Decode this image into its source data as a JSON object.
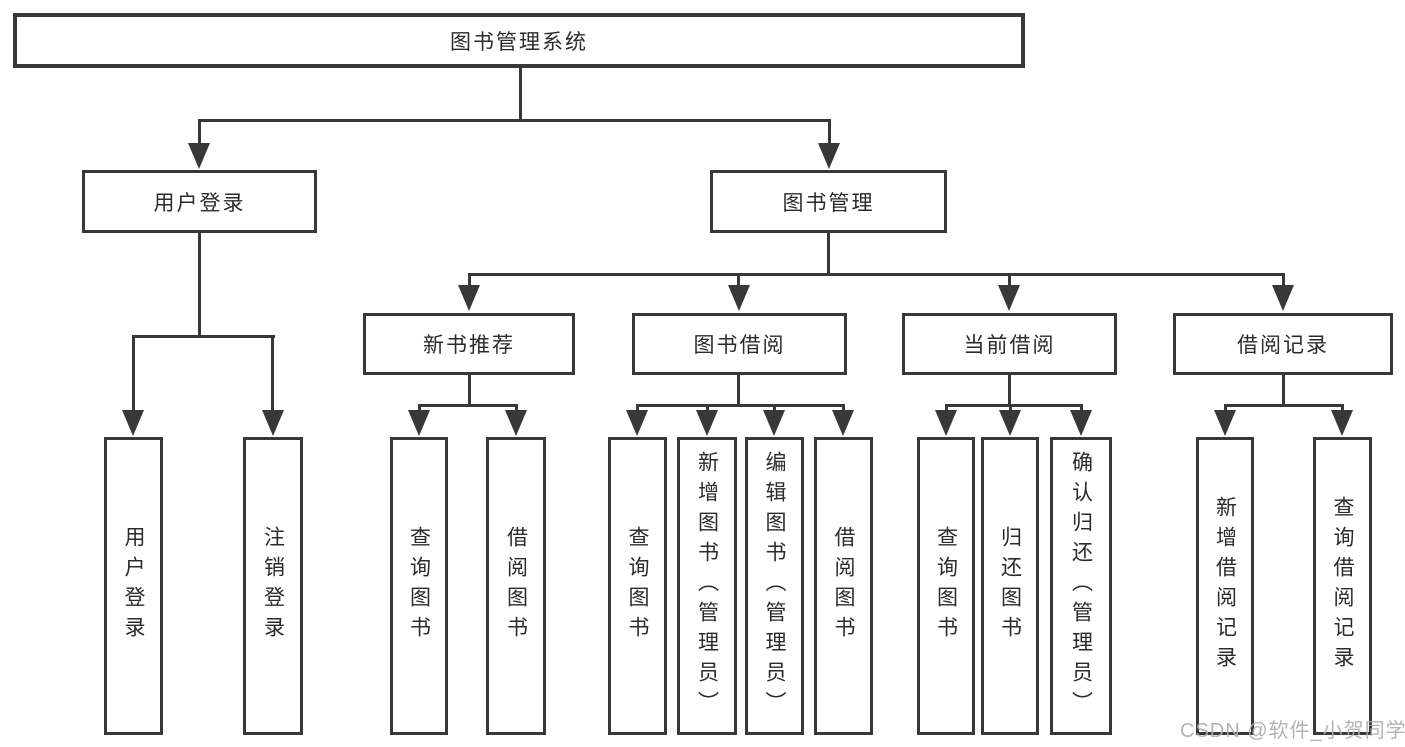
{
  "tree": {
    "label": "图书管理系统",
    "children": [
      {
        "label": "用户登录",
        "children": [
          {
            "label": "用户登录"
          },
          {
            "label": "注销登录"
          }
        ]
      },
      {
        "label": "图书管理",
        "children": [
          {
            "label": "新书推荐",
            "children": [
              {
                "label": "查询图书"
              },
              {
                "label": "借阅图书"
              }
            ]
          },
          {
            "label": "图书借阅",
            "children": [
              {
                "label": "查询图书"
              },
              {
                "label": "新增图书（管理员）"
              },
              {
                "label": "编辑图书（管理员）"
              },
              {
                "label": "借阅图书"
              }
            ]
          },
          {
            "label": "当前借阅",
            "children": [
              {
                "label": "查询图书"
              },
              {
                "label": "归还图书"
              },
              {
                "label": "确认归还（管理员）"
              }
            ]
          },
          {
            "label": "借阅记录",
            "children": [
              {
                "label": "新增借阅记录"
              },
              {
                "label": "查询借阅记录"
              }
            ]
          }
        ]
      }
    ]
  },
  "watermark": {
    "text": "CSDN @软件_小贺同学"
  },
  "colors": {
    "line": "#383838",
    "text": "#2b2b2b",
    "watermark": "#acacac",
    "background": "#ffffff"
  }
}
